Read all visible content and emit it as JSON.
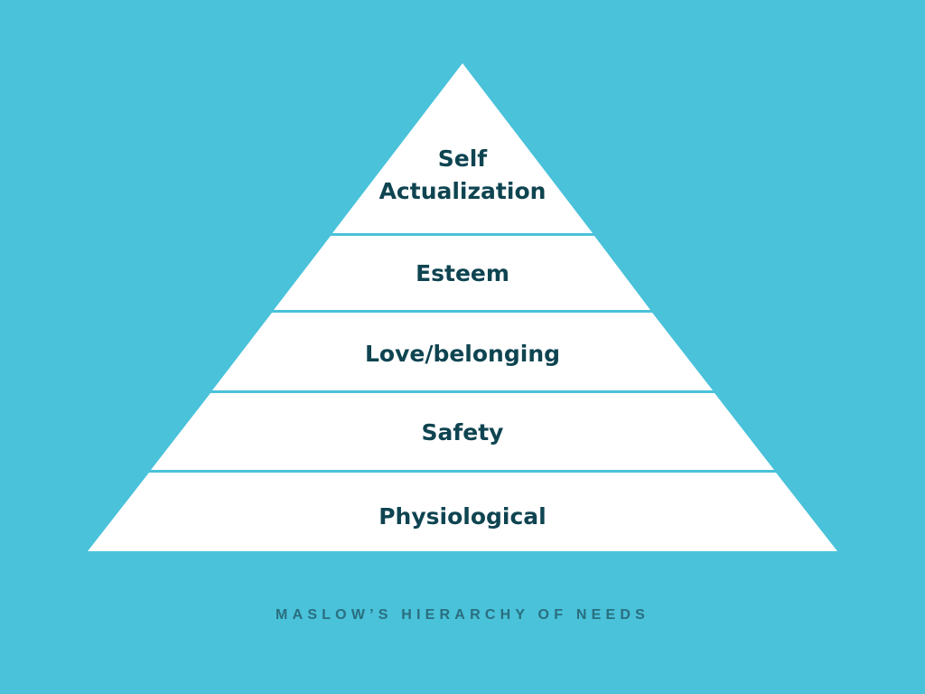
{
  "diagram": {
    "levels": [
      {
        "id": "self-actualization",
        "lines": [
          "Self",
          "Actualization"
        ]
      },
      {
        "id": "esteem",
        "lines": [
          "Esteem"
        ]
      },
      {
        "id": "love-belonging",
        "lines": [
          "Love/belonging"
        ]
      },
      {
        "id": "safety",
        "lines": [
          "Safety"
        ]
      },
      {
        "id": "physiological",
        "lines": [
          "Physiological"
        ]
      }
    ],
    "caption": "MASLOW’S HIERARCHY OF NEEDS"
  },
  "colors": {
    "background": "#49c2da",
    "tier_fill": "#ffffff",
    "label_text": "#0f4451",
    "caption_text": "#2a6e7f"
  }
}
